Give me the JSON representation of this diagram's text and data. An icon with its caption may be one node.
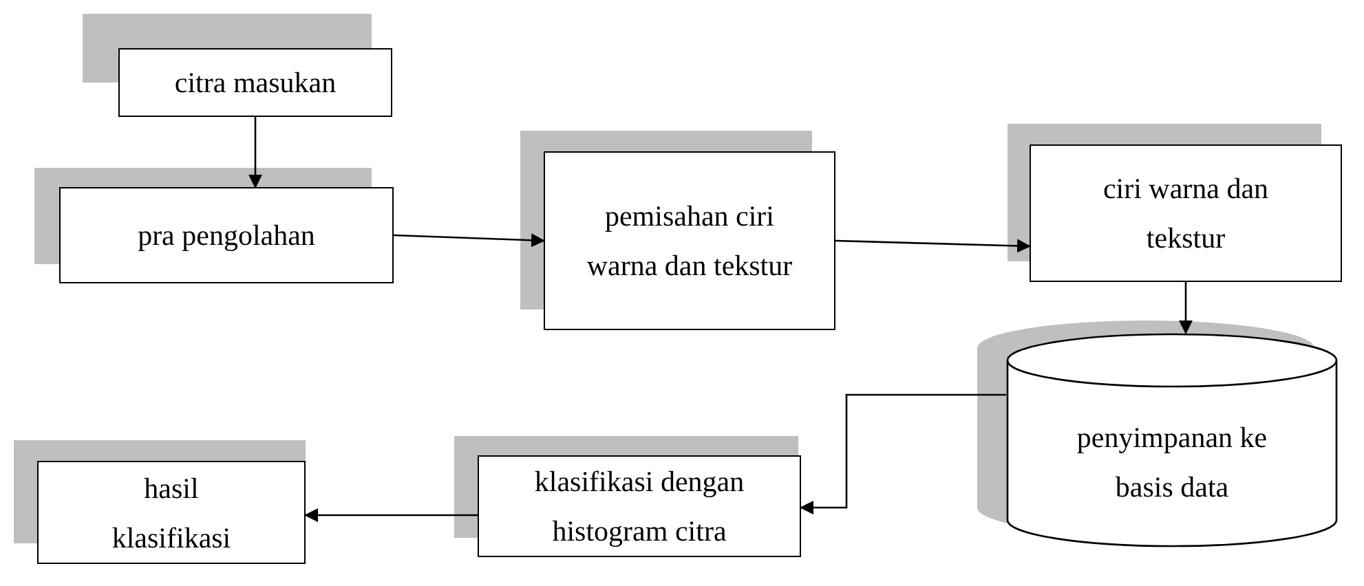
{
  "diagram": {
    "nodes": [
      {
        "text": [
          "citra masukan"
        ]
      },
      {
        "text": [
          "pra pengolahan"
        ]
      },
      {
        "text": [
          "pemisahan ciri warna dan tekstur"
        ]
      },
      {
        "text": [
          "ciri warna dan tekstur"
        ]
      },
      {
        "text": [
          "penyimpanan ke basis data"
        ]
      },
      {
        "text": [
          "klasifikasi dengan histogram citra"
        ]
      },
      {
        "text": [
          "hasil klasifikasi"
        ]
      }
    ],
    "edges": [
      {
        "from": 0,
        "to": 1,
        "arrow": "to"
      },
      {
        "from": 1,
        "to": 2,
        "arrow": "to"
      },
      {
        "from": 2,
        "to": 3,
        "arrow": "to"
      },
      {
        "from": 3,
        "to": 4,
        "arrow": "to"
      },
      {
        "from": 4,
        "to": 5,
        "arrow": "to"
      },
      {
        "from": 5,
        "to": 6,
        "arrow": "to"
      }
    ]
  }
}
